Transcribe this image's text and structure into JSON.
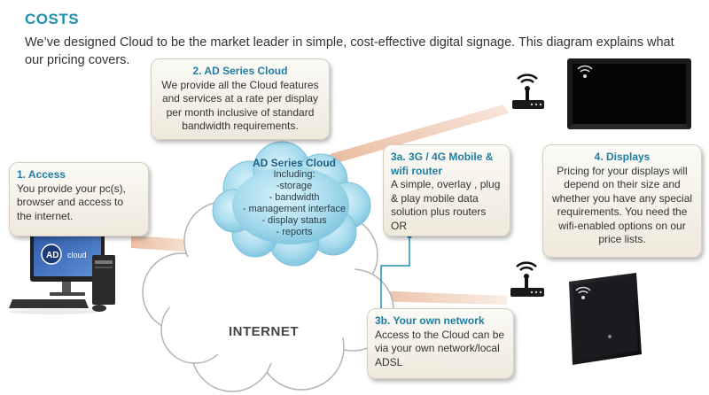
{
  "heading": "COSTS",
  "intro": "We’ve designed Cloud to be the market leader in simple, cost-effective  digital signage.   This diagram explains what our pricing covers.",
  "boxes": {
    "access": {
      "title": "1.  Access",
      "body": "You provide your pc(s), browser and access to the internet."
    },
    "cloud_service": {
      "title": "2.  AD Series Cloud",
      "body": "We provide all the Cloud  features and services at a rate per display per month inclusive of standard bandwidth requirements."
    },
    "mobile_router": {
      "title": "3a.  3G / 4G Mobile & wifi router",
      "body": "A simple, overlay , plug & play mobile data solution plus routers OR"
    },
    "displays": {
      "title": "4.  Displays",
      "body": "Pricing for your displays will depend on their size and whether you have any special requirements.  You need the wifi-enabled options on our price lists."
    },
    "own_network": {
      "title": "3b.  Your own network",
      "body": "Access to the Cloud can be via your own network/local ADSL"
    }
  },
  "cloud": {
    "title": "AD Series Cloud",
    "lines": [
      "Including:",
      "-storage",
      "- bandwidth",
      "- management interface",
      "- display status",
      "- reports"
    ]
  },
  "internet_label": "INTERNET",
  "monitor_logo_text": "cloud",
  "colors": {
    "title_blue": "#1f8fb0",
    "box_title_blue": "#1f7da3",
    "cloud_blue": "#8ecfe6",
    "beam": "#e9b89a"
  },
  "icons": [
    "desktop-computer",
    "wifi-router",
    "wall-display",
    "tablet-display",
    "cloud",
    "internet-cloud"
  ]
}
